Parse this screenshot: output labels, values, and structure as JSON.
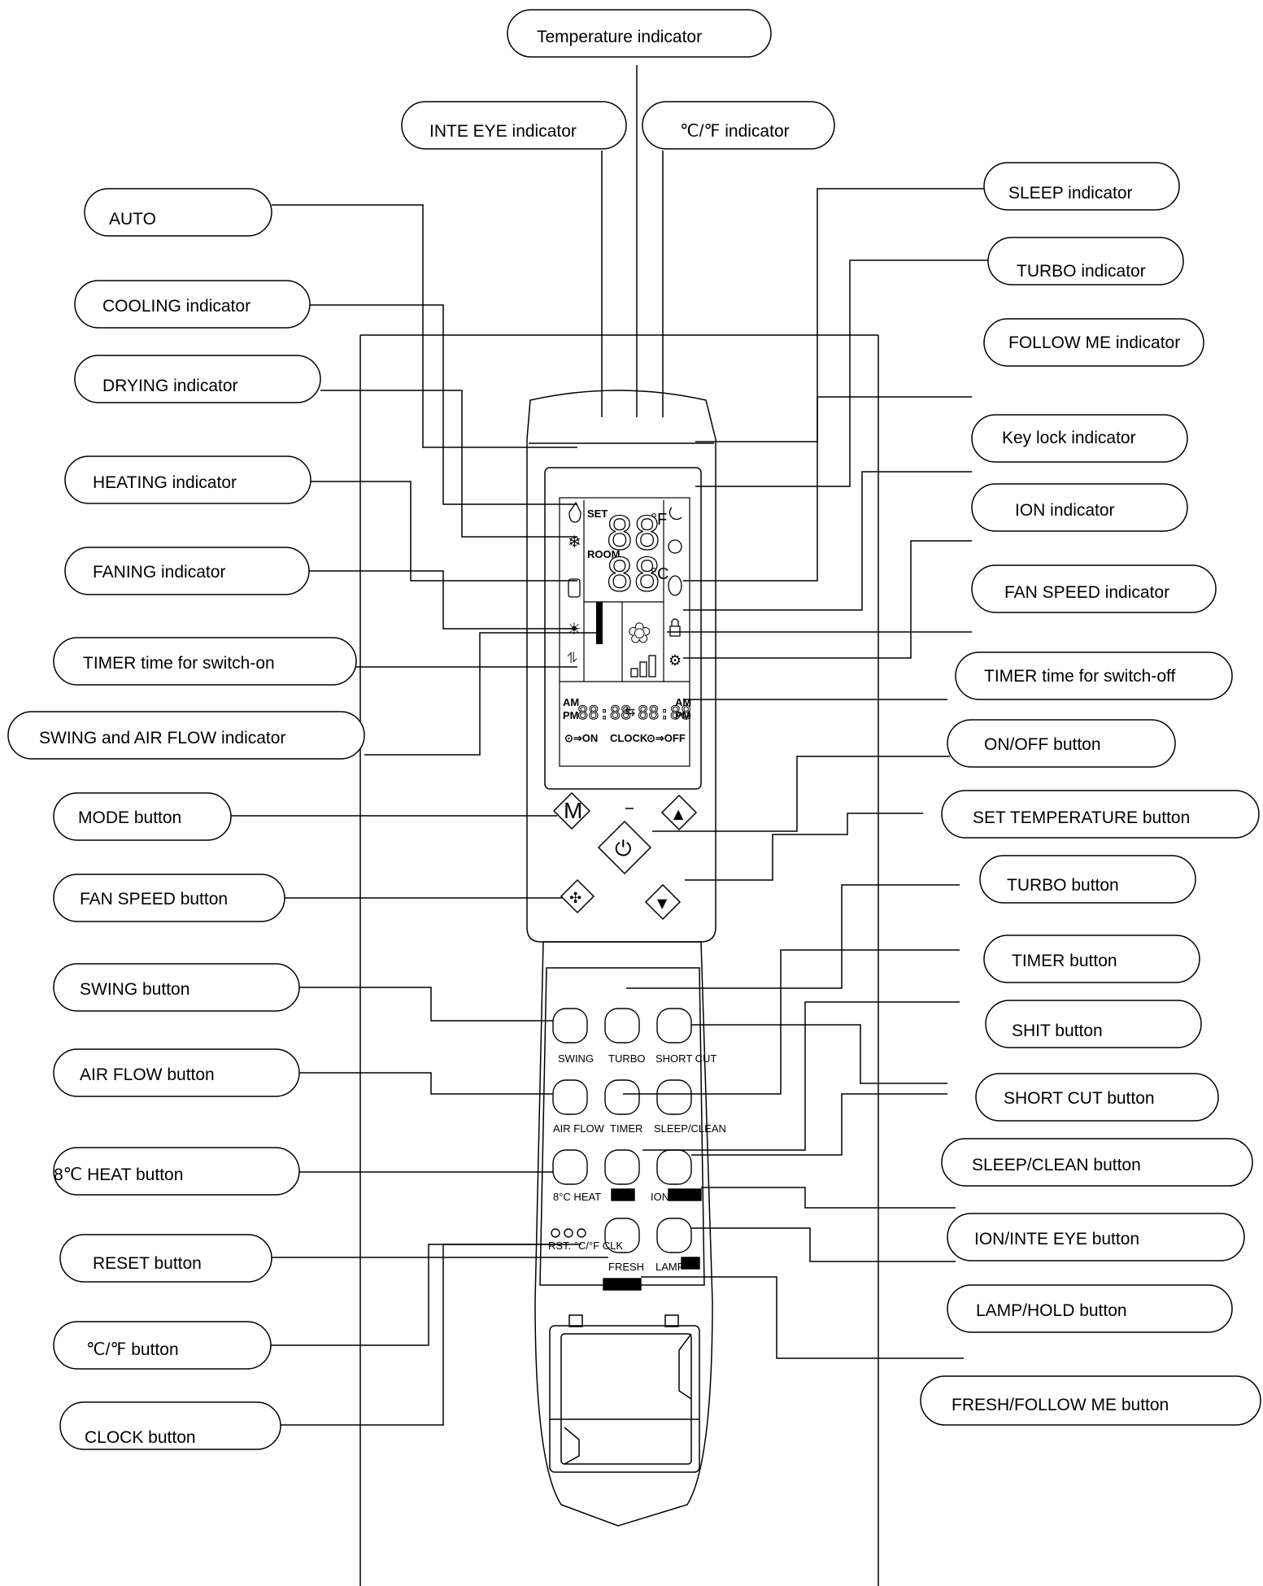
{
  "callouts_left": [
    {
      "id": "auto",
      "label": "AUTO"
    },
    {
      "id": "cooling",
      "label": "COOLING indicator"
    },
    {
      "id": "drying",
      "label": "DRYING indicator"
    },
    {
      "id": "heating",
      "label": "HEATING indicator"
    },
    {
      "id": "faning",
      "label": "FANING indicator"
    },
    {
      "id": "timer-on",
      "label": "TIMER time for switch-on"
    },
    {
      "id": "swing-airflow",
      "label": "SWING and AIR FLOW indicator"
    },
    {
      "id": "mode-button",
      "label": "MODE button"
    },
    {
      "id": "fan-speed-button",
      "label": "FAN SPEED button"
    },
    {
      "id": "swing-button",
      "label": "SWING button"
    },
    {
      "id": "air-flow-button",
      "label": "AIR FLOW button"
    },
    {
      "id": "heat8-button",
      "label": "8℃ HEAT button"
    },
    {
      "id": "reset-button",
      "label": "RESET button"
    },
    {
      "id": "cf-button",
      "label": "℃/℉ button"
    },
    {
      "id": "clock-button",
      "label": "CLOCK button"
    }
  ],
  "callouts_top": [
    {
      "id": "temperature",
      "label": "Temperature indicator"
    },
    {
      "id": "inte-eye",
      "label": "INTE EYE indicator"
    },
    {
      "id": "cf-indicator",
      "label": "℃/℉ indicator"
    }
  ],
  "callouts_right": [
    {
      "id": "sleep",
      "label": "SLEEP indicator"
    },
    {
      "id": "turbo-ind",
      "label": "TURBO indicator"
    },
    {
      "id": "follow-me",
      "label": "FOLLOW ME indicator"
    },
    {
      "id": "key-lock",
      "label": "Key lock indicator"
    },
    {
      "id": "ion",
      "label": "ION indicator"
    },
    {
      "id": "fan-speed-ind",
      "label": "FAN SPEED indicator"
    },
    {
      "id": "timer-off",
      "label": "TIMER time for switch-off"
    },
    {
      "id": "onoff-button",
      "label": "ON/OFF button"
    },
    {
      "id": "set-temp-button",
      "label": "SET TEMPERATURE button"
    },
    {
      "id": "turbo-button",
      "label": "TURBO button"
    },
    {
      "id": "timer-button",
      "label": "TIMER button"
    },
    {
      "id": "shit-button",
      "label": "SHIT button"
    },
    {
      "id": "short-cut-button",
      "label": "SHORT CUT button"
    },
    {
      "id": "sleep-clean-button",
      "label": "SLEEP/CLEAN button"
    },
    {
      "id": "ion-inte-eye-button",
      "label": "ION/INTE EYE button"
    },
    {
      "id": "lamp-hold-button",
      "label": "LAMP/HOLD button"
    },
    {
      "id": "fresh-follow-button",
      "label": "FRESH/FOLLOW ME button"
    }
  ],
  "remote": {
    "lcd": {
      "set": "SET",
      "room": "ROOM",
      "digits_temp": "88",
      "unit_f": "°F",
      "unit_c": "°C",
      "am": "AM",
      "pm": "PM",
      "time_digits": "88:88",
      "on_label": "⊙⇒ON",
      "clock_label": "CLOCK",
      "off_label": "⊙⇒OFF"
    },
    "mode_key": "M",
    "button_labels": {
      "swing": "SWING",
      "turbo": "TURBO",
      "short_cut": "SHORT CUT",
      "air_flow": "AIR FLOW",
      "timer": "TIMER",
      "sleep_clean": "SLEEP/CLEAN",
      "heat8": "8°C HEAT",
      "ion": "ION",
      "fresh": "FRESH",
      "lamp": "LAMP",
      "small_keys": "RST. °C/°F CLK"
    }
  }
}
